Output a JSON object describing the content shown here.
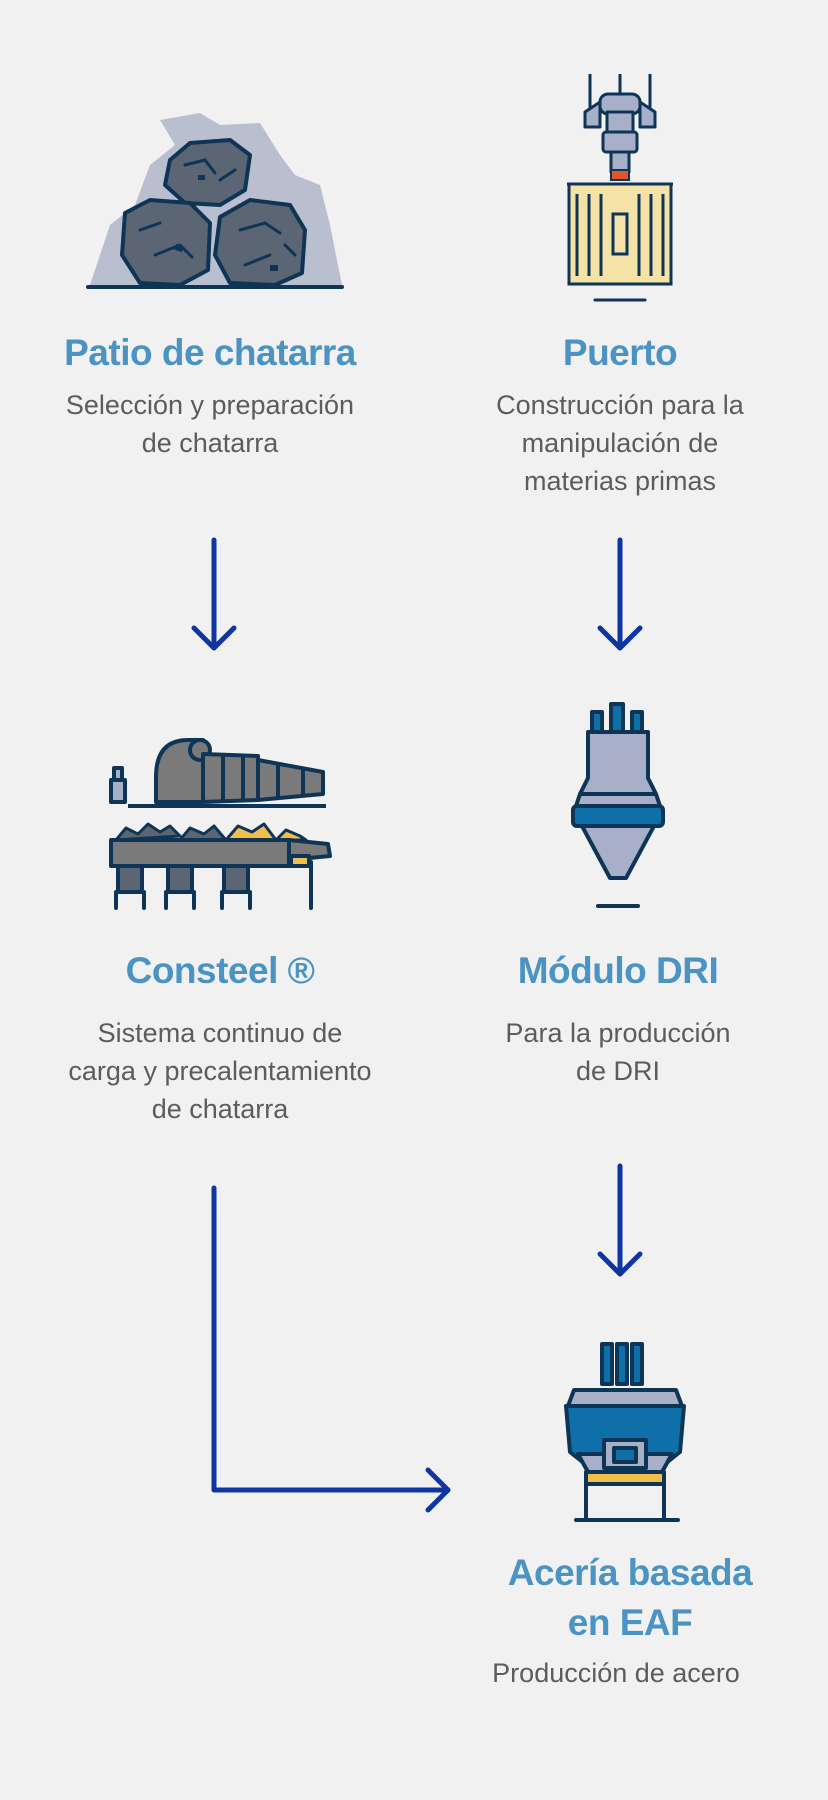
{
  "colors": {
    "background": "#f1f1f1",
    "title": "#4a93c2",
    "description": "#5c5c5c",
    "arrow": "#1035a0",
    "outline": "#0f3556",
    "machine_blue": "#0f6fa8",
    "metal_grey": "#a7b0c8",
    "scrap_grey": "#7a7a7a",
    "container_yellow": "#f5e2a6",
    "gold": "#f0be4c",
    "orange": "#e0552a"
  },
  "nodes": {
    "scrap_yard": {
      "icon": "scrap-pile-icon",
      "title": "Patio de chatarra",
      "description": "Selección y preparación\nde chatarra"
    },
    "port": {
      "icon": "crane-container-icon",
      "title": "Puerto",
      "description": "Construcción para la\nmanipulación de\nmaterias primas"
    },
    "consteel": {
      "icon": "conveyor-furnace-icon",
      "title": "Consteel ®",
      "description": "Sistema continuo de\ncarga y precalentamiento\nde chatarra"
    },
    "dri_module": {
      "icon": "dri-module-icon",
      "title": "Módulo DRI",
      "description": "Para la producción\nde DRI"
    },
    "eaf_steelworks": {
      "icon": "electric-arc-furnace-icon",
      "title": "Acería basada\nen EAF",
      "description": "Producción de acero"
    }
  },
  "edges": [
    {
      "from": "scrap_yard",
      "to": "consteel"
    },
    {
      "from": "port",
      "to": "dri_module"
    },
    {
      "from": "dri_module",
      "to": "eaf_steelworks"
    },
    {
      "from": "consteel",
      "to": "eaf_steelworks"
    }
  ]
}
